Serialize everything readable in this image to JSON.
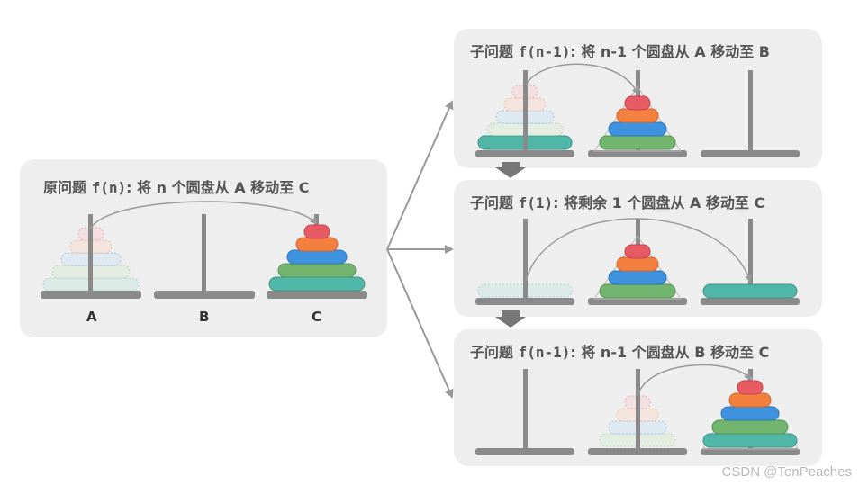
{
  "main_panel": {
    "title_prefix": "原问题",
    "title_code": "f(n)",
    "title_suffix": ": 将 n 个圆盘从 A 移动至 C",
    "peg_labels": [
      "A",
      "B",
      "C"
    ]
  },
  "sub_panels": [
    {
      "title_prefix": "子问题",
      "title_code": "f(n-1)",
      "title_suffix": ": 将 n-1 个圆盘从 A 移动至 B"
    },
    {
      "title_prefix": "子问题",
      "title_code": "f(1)",
      "title_suffix": ": 将剩余 1 个圆盘从 A 移动至 C"
    },
    {
      "title_prefix": "子问题",
      "title_code": "f(n-1)",
      "title_suffix": ": 将 n-1 个圆盘从 B 移动至 C"
    }
  ],
  "watermark": "CSDN @TenPeaches",
  "colors": {
    "disk_red": "#e85a64",
    "disk_orange": "#f3803f",
    "disk_blue": "#3f93de",
    "disk_green": "#72b56f",
    "disk_teal": "#4fb6a8",
    "peg": "#8a8a8a",
    "arrow": "#999999"
  }
}
